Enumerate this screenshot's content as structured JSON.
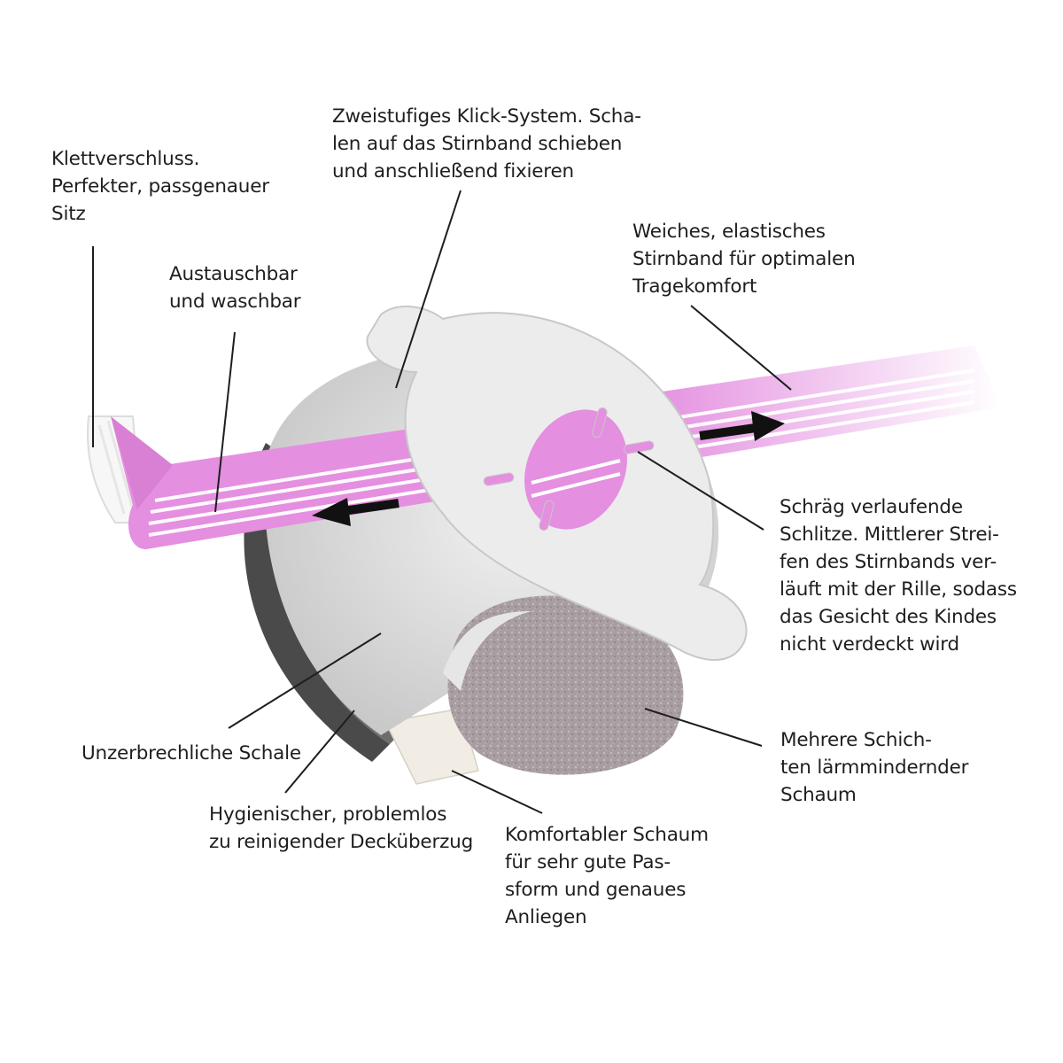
{
  "callouts": {
    "velcro": [
      "Klettverschluss.",
      "Perfekter, passgenauer",
      "Sitz"
    ],
    "click_system": [
      "Zweistufiges Klick-System. Scha-",
      "len auf das Stirnband schieben",
      "und anschließend fixieren"
    ],
    "exchangeable": [
      "Austauschbar",
      "und waschbar"
    ],
    "headband": [
      "Weiches, elastisches",
      "Stirnband für optimalen",
      "Tragekomfort"
    ],
    "slots": [
      "Schräg verlaufende",
      "Schlitze. Mittlerer Strei-",
      "fen des Stirnbands ver-",
      "läuft mit der Rille, sodass",
      "das Gesicht des Kindes",
      "nicht verdeckt wird"
    ],
    "shell": [
      "Unzerbrechliche Schale"
    ],
    "foam_layers": [
      "Mehrere Schich-",
      "ten lärmmindernder",
      "Schaum"
    ],
    "cover": [
      "Hygienischer, problemlos",
      "zu reinigender Decküberzug"
    ],
    "comfort_foam": [
      "Komfortabler Schaum",
      "für sehr gute Pas-",
      "sform und genaues",
      "Anliegen"
    ]
  },
  "colors": {
    "band_pink": "#e48fe0",
    "band_stripe": "#ffffff",
    "shell": "#dedede",
    "cap": "#ececec",
    "rim_dark": "#4a4a4a",
    "foam": "#a89ea2",
    "leader_line": "#1e1e1e"
  }
}
